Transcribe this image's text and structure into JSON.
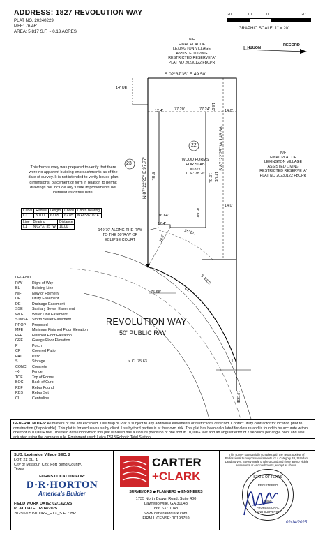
{
  "header": {
    "address": "ADDRESS: 1827 REVOLUTION WAY",
    "plat_no": "PLAT NO. 20240229",
    "mfe": "MFE: 76.46'",
    "area": "AREA: 5,817 S.F. ~ 0.13 ACRES"
  },
  "scale": {
    "ticks": [
      "20'",
      "10'",
      "0'",
      "20'"
    ],
    "label": "GRAPHIC SCALE: 1\" = 20'",
    "north_label": "NORTH",
    "record_label": "RECORD"
  },
  "map": {
    "top_adjoiner": [
      "N/F",
      "FINAL PLAT OF",
      "LEXINGTON VILLAGE",
      "ASSISTED LIVING",
      "RESTRICTED RESERVE 'A'",
      "PLAT NO 20230122 FBCPR"
    ],
    "right_adjoiner": [
      "N/F",
      "FINAL PLAT OF",
      "LEXINGTON VILLAGE",
      "ASSISTED LIVING",
      "RESTRICTED RESERVE 'A'",
      "PLAT NO 20230122 FBCPR"
    ],
    "top_bearing": "S 02°37'35\" E  49.50'",
    "ue_top": "14' UE",
    "right_bearing": "S 87°22'25\" W  146.66'",
    "left_bearing": "N 87°22'25\" E  97.77'",
    "lot_22": "22",
    "lot_23": "23",
    "slab": [
      "WOOD FORMS",
      "FOR SLAB",
      "#1827",
      "TOF: 78.26'"
    ],
    "dim_12_4": "12.4'",
    "dim_77_20": "77.20'",
    "dim_77_24": "77.24'",
    "dim_18_0": "18.0'",
    "dim_14_0a": "14.0'",
    "dim_14_0b": "14.0'",
    "dim_76_64": "76.64'",
    "dim_12_4b": "12.4'",
    "dim_76_80": "76.80'",
    "dim_26_7": "26.7'",
    "ue_14": "14' UE",
    "bl_10": "10' BL",
    "bl_5": "5' BL",
    "bl_25": "25' BL",
    "wle_5": "5' WLE",
    "c1": "C1",
    "l1": "L1",
    "dim_75_68": "75.68'",
    "dim_10_sse": "10' SSE",
    "along_row": [
      "149.70' ALONG THE R/W",
      "TO THE 50' R/W OF",
      "ECLIPSE COURT"
    ],
    "street_name": "REVOLUTION WAY",
    "street_rw": "50' PUBLIC R/W",
    "cl_elev": "× CL 75.63"
  },
  "disclaimer": [
    "This form survey was prepared to verify that there",
    "were no apparent building encroachments as of the",
    "date of survey. It is not intended to verify house plan",
    "dimensions, placement of form in relation to permit",
    "drawings nor include any future improvements not",
    "installed as of this date."
  ],
  "curve_table": {
    "headers": [
      "Curve",
      "Radius",
      "Length",
      "Chord",
      "Chord Bearing"
    ],
    "row": [
      "C1",
      "50.00'",
      "67.85'",
      "62.85'",
      "N 48°26'05\" E"
    ]
  },
  "line_table": {
    "headers": [
      "Line",
      "Bearing",
      "Distance"
    ],
    "row": [
      "L1",
      "N 02°37'35\" W",
      "10.00'"
    ]
  },
  "legend": {
    "title": "LEGEND",
    "items": [
      [
        "R/W",
        "Right of Way"
      ],
      [
        "BL",
        "Building Line"
      ],
      [
        "N/F",
        "Now or Formerly"
      ],
      [
        "UE",
        "Utility Easement"
      ],
      [
        "DE",
        "Drainage Easement"
      ],
      [
        "SSE",
        "Sanitary Sewer Easement"
      ],
      [
        "WLE",
        "Water Line Easement"
      ],
      [
        "STMSE",
        "Storm Sewer Easement"
      ],
      [
        "PROP",
        "Proposed"
      ],
      [
        "MFE",
        "Minimum Finished Floor Elevation"
      ],
      [
        "FFE",
        "Finished Floor Elevation"
      ],
      [
        "GFE",
        "Garage Floor Elevation"
      ],
      [
        "P",
        "Porch"
      ],
      [
        "CP",
        "Covered Patio"
      ],
      [
        "PAT",
        "Patio"
      ],
      [
        "S",
        "Storage"
      ],
      [
        "CONC",
        "Concrete"
      ],
      [
        "-X-",
        "Fence"
      ],
      [
        "TOF",
        "Top of Forms"
      ],
      [
        "BOC",
        "Back of Curb"
      ],
      [
        "RBF",
        "Rebar Found"
      ],
      [
        "RBS",
        "Rebar Set"
      ],
      [
        "CL",
        "Centerline"
      ]
    ]
  },
  "general_notes": {
    "label": "GENERAL NOTES:",
    "text": "All matters of title are excepted. This Map or Plat is subject to any additional easements or restrictions of record. Contact utility contractor for location prior to construction (if applicable). This plat is for exclusive use by client. Use by third parties is at their own risk. This plat has been calculated for closure and is found to be accurate within one foot in 10,000+ feet. The field data upon which this plat is based has a closure precision of one foot in 10,000+ feet and an angular error of 7 seconds per angle point and was adjusted using the compass rule. Equipment used: Leica TS13 Robotic Total Station."
  },
  "subdivision": {
    "sub": "SUB: Lexington Village   SEC: 2",
    "lot": "LOT: 22        BL: 1",
    "city": "City of Missouri City, Fort Bend County,",
    "state": "Texas",
    "forms_for": "FORMS LOCATION FOR:",
    "builder_line1": "D·R·HORTON",
    "builder_line2": "America's Builder",
    "field_work": "FIELD WORK DATE: 02/13/2025",
    "plat_date": "PLAT  DATE: 02/14/2025",
    "job": "20250205191  DRH_HTX_S  FC: BR"
  },
  "company": {
    "name1": "CARTER",
    "name2": "+CLARK",
    "services": "SURVEYORS ◆ PLANNERS ◆ ENGINEERS",
    "address1": "1735 North Brown Road, Suite 400",
    "address2": "Lawrenceville, GA 30043",
    "phone": "866.637.1048",
    "web": "www.carterandclark.com",
    "firm": "FIRM LICENSE: 10193759"
  },
  "certification": [
    "This survey substantially complies with the Texas Society of",
    "Professional Surveyors requirements for a Category 1B, Standard",
    "Land Survey. Survey made on the ground and there are no visible",
    "easements or encroachments, except as shown."
  ],
  "seal": {
    "top": "STATE OF TEXAS",
    "reg": "REGISTERED",
    "number": "6390",
    "bottom": "PROFESSIONAL",
    "bottom2": "LAND SURVEYOR",
    "date": "02/14/2025"
  },
  "colors": {
    "brand_red": "#d0262a",
    "ink": "#111111",
    "builder_blue": "#1c3f8a"
  }
}
